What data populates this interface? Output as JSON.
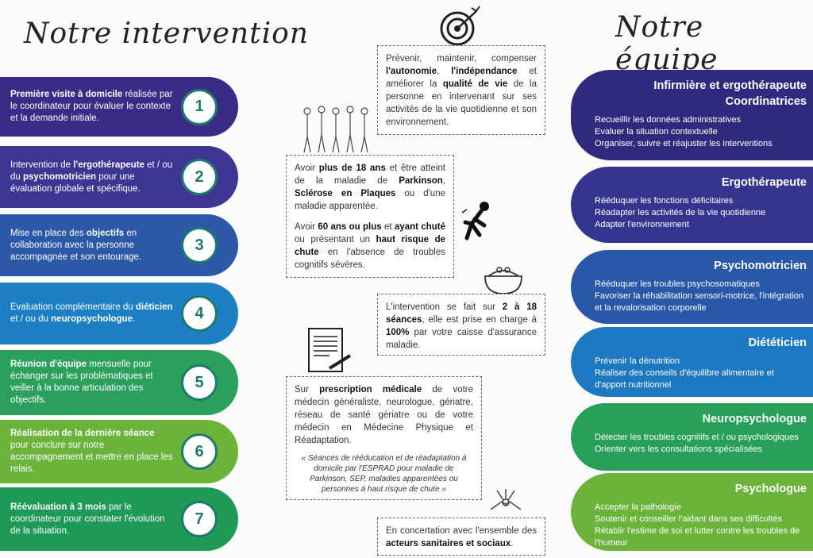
{
  "left": {
    "title": "Notre intervention",
    "steps": [
      {
        "num": "1",
        "b1": "Première visite à domicile",
        "t1": " réalisée par le coordinateur pour évaluer le contexte et la demande initiale.",
        "b2": "",
        "t2": "",
        "b3": "",
        "t3": ""
      },
      {
        "num": "2",
        "b1": "",
        "t1": "Intervention de ",
        "b2": "l'ergothérapeute",
        "t2": " et / ou du ",
        "b3": "psychomotricien",
        "t3": " pour une évaluation globale et spécifique."
      },
      {
        "num": "3",
        "b1": "",
        "t1": "Mise en place des ",
        "b2": "objectifs",
        "t2": " en collaboration avec la personne accompagnée et son entourage.",
        "b3": "",
        "t3": ""
      },
      {
        "num": "4",
        "b1": "",
        "t1": "Evaluation complémentaire du ",
        "b2": "diéticien",
        "t2": " et / ou du ",
        "b3": "neuropsychologue",
        "t3": "."
      },
      {
        "num": "5",
        "b1": "Réunion d'équipe",
        "t1": " mensuelle pour échanger sur les problématiques et veiller à la bonne articulation des objectifs.",
        "b2": "",
        "t2": "",
        "b3": "",
        "t3": ""
      },
      {
        "num": "6",
        "b1": "Réalisation de la dernière séance",
        "t1": " pour conclure sur notre accompagnement et mettre en place les relais.",
        "b2": "",
        "t2": "",
        "b3": "",
        "t3": ""
      },
      {
        "num": "7",
        "b1": "Réévaluation à 3 mois",
        "t1": " par le coordinateur pour constater l'évolution de la situation.",
        "b2": "",
        "t2": "",
        "b3": "",
        "t3": ""
      }
    ]
  },
  "middle": {
    "box1": {
      "t1": "Prévenir, maintenir, compenser ",
      "b1": "l'autonomie",
      "t2": ", ",
      "b2": "l'indépendance",
      "t3": " et améliorer la ",
      "b3": "qualité de vie",
      "t4": " de la personne en intervenant sur ses activités de la vie quotidienne et son environnement."
    },
    "box2a": {
      "t1": "Avoir ",
      "b1": "plus de 18 ans",
      "t2": " et être atteint de la maladie de ",
      "b2": "Parkinson",
      "t3": ", ",
      "b3": "Sclérose en Plaques",
      "t4": " ou d'une maladie apparentée."
    },
    "box2b": {
      "t1": "Avoir ",
      "b1": "60 ans ou plus",
      "t2": " et ",
      "b2": "ayant chuté",
      "t3": " ou présentant un ",
      "b3": "haut risque de chute",
      "t4": " en l'absence de troubles cognitifs sévères."
    },
    "box3": {
      "t1": "L'intervention se fait sur ",
      "b1": "2 à 18 séances",
      "t2": ", elle est prise en charge à ",
      "b2": "100%",
      "t3": " par votre caisse d'assurance maladie."
    },
    "box4": {
      "t1": "Sur ",
      "b1": "prescription médicale",
      "t2": " de votre médecin généraliste, neurologue, gériatre, réseau de santé gériatre ou de votre médecin en Médecine Physique et Réadaptation.",
      "quote": "« Séances de rééducation et de réadaptation à domicile par l'ESPRAD pour maladie de Parkinson, SEP, maladies apparentées ou personnes à haut risque de chute »"
    },
    "box5": {
      "t1": "En concertation avec l'ensemble des ",
      "b1": "acteurs sanitaires et sociaux",
      "t2": "."
    }
  },
  "right": {
    "title": "Notre équipe",
    "teams": [
      {
        "h1": "Infirmière et ergothérapeute",
        "h2": "Coordinatrices",
        "items": [
          "Recueillir les données administratives",
          "Evaluer la situation contextuelle",
          "Organiser, suivre et réajuster les interventions"
        ]
      },
      {
        "h1": "Ergothérapeute",
        "h2": "",
        "items": [
          "Rééduquer les fonctions déficitaires",
          "Réadapter les activités de la vie quotidienne",
          "Adapter l'environnement"
        ]
      },
      {
        "h1": "Psychomotricien",
        "h2": "",
        "items": [
          "Rééduquer les troubles psychosomatiques",
          "Favoriser la réhabilitation sensori-motrice, l'intégration et la revalorisation corporelle"
        ]
      },
      {
        "h1": "Diététicien",
        "h2": "",
        "items": [
          "Prévenir la dénutrition",
          "Réaliser des conseils d'équilibre alimentaire et d'apport nutritionnel"
        ]
      },
      {
        "h1": "Neuropsychologue",
        "h2": "",
        "items": [
          "Détecter les troubles cognitifs et / ou psychologiques",
          "Orienter vers les consultations spécialisées"
        ]
      },
      {
        "h1": "Psychologue",
        "h2": "",
        "items": [
          "Accepter la pathologie",
          "Soutenir et conseiller l'aidant dans ses difficultés",
          "Rétablir l'estime de soi et lutter contre les troubles de l'humeur"
        ]
      }
    ]
  },
  "colors": {
    "step1": "#3a2c86",
    "step2": "#3f3694",
    "step3": "#2c58a8",
    "step4": "#1d7fc4",
    "step5": "#2aa05c",
    "step6": "#6bb33a",
    "step7": "#1e9a56"
  }
}
